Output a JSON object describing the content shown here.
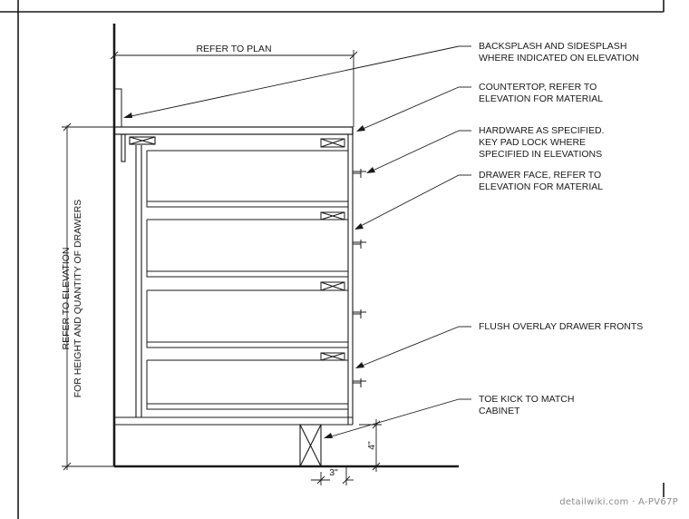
{
  "dimensions": {
    "top": "REFER TO PLAN",
    "left_line1": "REFER TO ELEVATION",
    "left_line2": "FOR HEIGHT AND QUANTITY OF DRAWERS",
    "toe_width": "3\"",
    "toe_height": "4\""
  },
  "callouts": [
    {
      "line1": "BACKSPLASH AND SIDESPLASH",
      "line2": "WHERE INDICATED ON ELEVATION",
      "line3": ""
    },
    {
      "line1": "COUNTERTOP, REFER TO",
      "line2": "ELEVATION FOR MATERIAL",
      "line3": ""
    },
    {
      "line1": "HARDWARE AS SPECIFIED.",
      "line2": "KEY PAD LOCK WHERE",
      "line3": "SPECIFIED IN ELEVATIONS"
    },
    {
      "line1": "DRAWER FACE, REFER TO",
      "line2": "ELEVATION FOR MATERIAL",
      "line3": ""
    },
    {
      "line1": "FLUSH OVERLAY DRAWER FRONTS",
      "line2": "",
      "line3": ""
    },
    {
      "line1": "TOE KICK TO MATCH",
      "line2": "CABINET",
      "line3": ""
    }
  ],
  "watermark": "detailwiki.com · A-PV67P"
}
